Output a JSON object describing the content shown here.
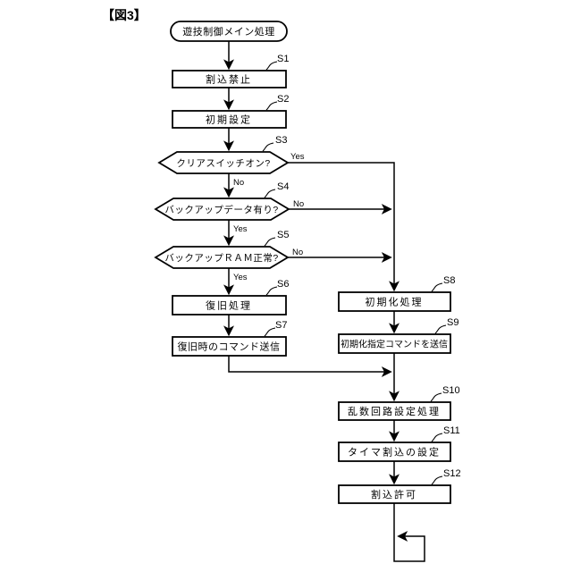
{
  "figure_label": "【図3】",
  "colors": {
    "line": "#000000",
    "fill": "#ffffff",
    "text": "#000000",
    "background": "#ffffff"
  },
  "flowchart": {
    "start": {
      "label": "遊技制御メイン処理"
    },
    "steps": {
      "s1": {
        "id": "S1",
        "label": "割込禁止",
        "type": "process"
      },
      "s2": {
        "id": "S2",
        "label": "初期設定",
        "type": "process"
      },
      "s3": {
        "id": "S3",
        "label": "クリアスイッチオン?",
        "type": "decision",
        "branch_right": "Yes",
        "branch_down": "No"
      },
      "s4": {
        "id": "S4",
        "label": "バックアップデータ有り?",
        "type": "decision",
        "branch_right": "No",
        "branch_down": "Yes"
      },
      "s5": {
        "id": "S5",
        "label": "バックアップＲＡＭ正常?",
        "type": "decision",
        "branch_right": "No",
        "branch_down": "Yes"
      },
      "s6": {
        "id": "S6",
        "label": "復旧処理",
        "type": "process"
      },
      "s7": {
        "id": "S7",
        "label": "復旧時のコマンド送信",
        "type": "process"
      },
      "s8": {
        "id": "S8",
        "label": "初期化処理",
        "type": "process"
      },
      "s9": {
        "id": "S9",
        "label": "初期化指定コマンドを送信",
        "type": "process"
      },
      "s10": {
        "id": "S10",
        "label": "乱数回路設定処理",
        "type": "process"
      },
      "s11": {
        "id": "S11",
        "label": "タイマ割込の設定",
        "type": "process"
      },
      "s12": {
        "id": "S12",
        "label": "割込許可",
        "type": "process"
      }
    }
  }
}
